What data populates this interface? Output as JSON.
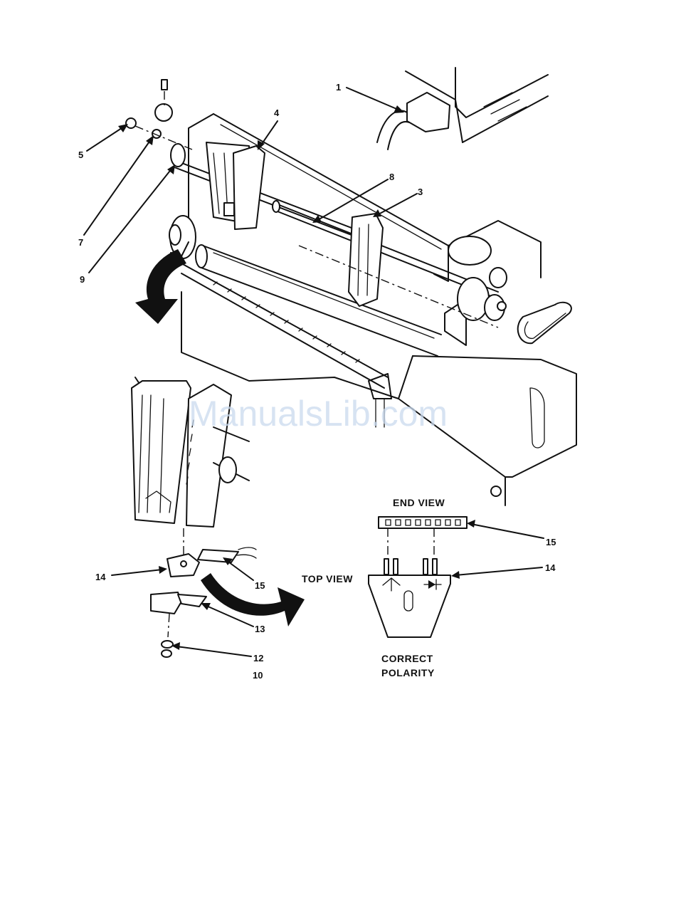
{
  "callouts": {
    "c1": "1",
    "c3": "3",
    "c4": "4",
    "c5": "5",
    "c7": "7",
    "c8": "8",
    "c9": "9",
    "c10": "10",
    "c12": "12",
    "c13": "13",
    "c14_left": "14",
    "c14_right": "14",
    "c15_left": "15",
    "c15_right": "15"
  },
  "labels": {
    "end_view": "END VIEW",
    "top_view": "TOP VIEW",
    "correct": "CORRECT",
    "polarity": "POLARITY"
  },
  "watermark": "ManualsLib.com"
}
